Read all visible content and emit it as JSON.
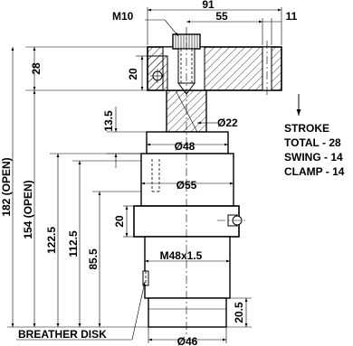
{
  "dimensions": {
    "overall_width": "91",
    "arm_offset": "55",
    "arm_end": "11",
    "thread_label": "M10",
    "arm_height": "28",
    "screw_height": "20",
    "rod_diameter": "Ø22",
    "rod_length": "13.5",
    "collar_diameter": "Ø48",
    "body_diameter": "Ø55",
    "flange_thickness": "20",
    "body_thread": "M48x1.5",
    "base_height": "20.5",
    "base_diameter": "Ø46",
    "height_open_total": "182 (OPEN)",
    "height_open_lower": "154 (OPEN)",
    "height_a": "122.5",
    "height_b": "112.5",
    "height_c": "85.5"
  },
  "stroke": {
    "title": "STROKE",
    "total": "TOTAL - 28",
    "swing": "SWING - 14",
    "clamp": "CLAMP - 14"
  },
  "labels": {
    "breather": "BREATHER DISK"
  }
}
